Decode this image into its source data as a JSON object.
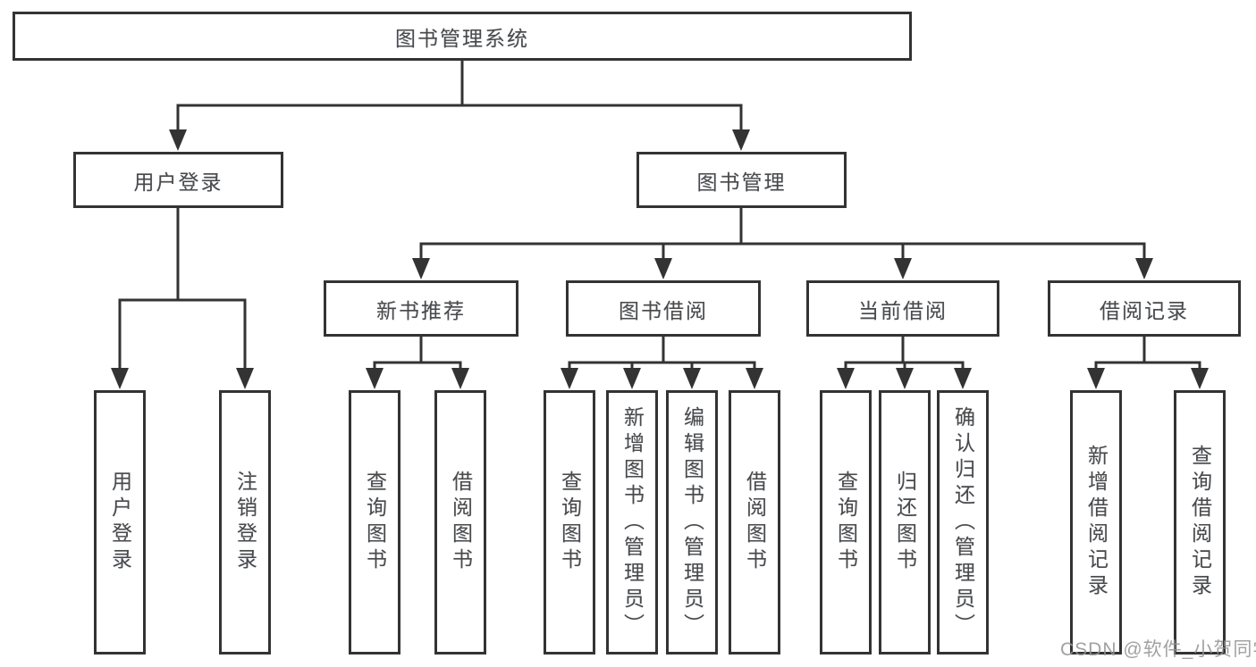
{
  "diagram": {
    "title": "图书管理系统",
    "colors": {
      "line": "#333333",
      "box_border": "#333333",
      "text": "#4a4a4a",
      "watermark": "#949494",
      "background": "#ffffff"
    },
    "nodes": {
      "root": {
        "label": "图书管理系统"
      },
      "user_login_group": {
        "label": "用户登录"
      },
      "book_mgmt": {
        "label": "图书管理"
      },
      "new_book_rec": {
        "label": "新书推荐"
      },
      "book_borrow": {
        "label": "图书借阅"
      },
      "current_borrow": {
        "label": "当前借阅"
      },
      "borrow_records": {
        "label": "借阅记录"
      },
      "user_login": {
        "label": "用户登录"
      },
      "logout": {
        "label": "注销登录"
      },
      "nb_query_books": {
        "label": "查询图书"
      },
      "nb_borrow_books": {
        "label": "借阅图书"
      },
      "bb_query_books": {
        "label": "查询图书"
      },
      "bb_add_books": {
        "label": "新增图书（管理员）"
      },
      "bb_edit_books": {
        "label": "编辑图书（管理员）"
      },
      "bb_borrow_books": {
        "label": "借阅图书"
      },
      "cb_query_books": {
        "label": "查询图书"
      },
      "cb_return_books": {
        "label": "归还图书"
      },
      "cb_confirm_return": {
        "label": "确认归还（管理员）"
      },
      "br_add_record": {
        "label": "新增借阅记录"
      },
      "br_query_record": {
        "label": "查询借阅记录"
      }
    },
    "edges": [
      {
        "from": "root",
        "to": "user_login_group"
      },
      {
        "from": "root",
        "to": "book_mgmt"
      },
      {
        "from": "user_login_group",
        "to": "user_login"
      },
      {
        "from": "user_login_group",
        "to": "logout"
      },
      {
        "from": "book_mgmt",
        "to": "new_book_rec"
      },
      {
        "from": "book_mgmt",
        "to": "book_borrow"
      },
      {
        "from": "book_mgmt",
        "to": "current_borrow"
      },
      {
        "from": "book_mgmt",
        "to": "borrow_records"
      },
      {
        "from": "new_book_rec",
        "to": "nb_query_books"
      },
      {
        "from": "new_book_rec",
        "to": "nb_borrow_books"
      },
      {
        "from": "book_borrow",
        "to": "bb_query_books"
      },
      {
        "from": "book_borrow",
        "to": "bb_add_books"
      },
      {
        "from": "book_borrow",
        "to": "bb_edit_books"
      },
      {
        "from": "book_borrow",
        "to": "bb_borrow_books"
      },
      {
        "from": "current_borrow",
        "to": "cb_query_books"
      },
      {
        "from": "current_borrow",
        "to": "cb_return_books"
      },
      {
        "from": "current_borrow",
        "to": "cb_confirm_return"
      },
      {
        "from": "borrow_records",
        "to": "br_add_record"
      },
      {
        "from": "borrow_records",
        "to": "br_query_record"
      }
    ],
    "watermark": "CSDN @软件_小贺同学"
  }
}
